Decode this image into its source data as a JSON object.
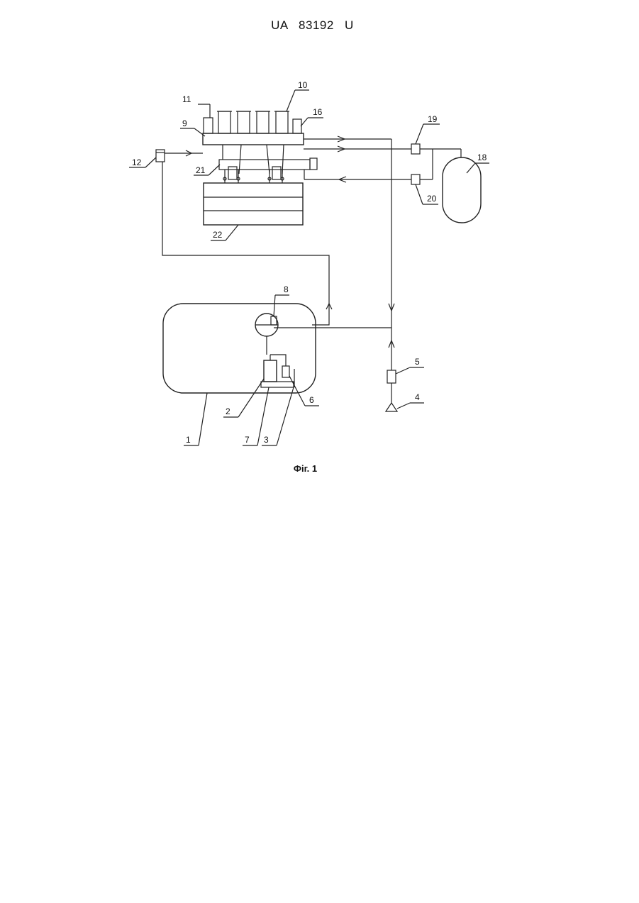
{
  "header": {
    "document_number": "UA   83192   U"
  },
  "figure": {
    "caption": "Фіг. 1"
  },
  "labels": {
    "l1": "1",
    "l2": "2",
    "l3": "3",
    "l4": "4",
    "l5": "5",
    "l6": "6",
    "l7": "7",
    "l8": "8",
    "l9": "9",
    "l10": "10",
    "l11": "11",
    "l12": "12",
    "l16": "16",
    "l18": "18",
    "l19": "19",
    "l20": "20",
    "l21": "21",
    "l22": "22"
  }
}
